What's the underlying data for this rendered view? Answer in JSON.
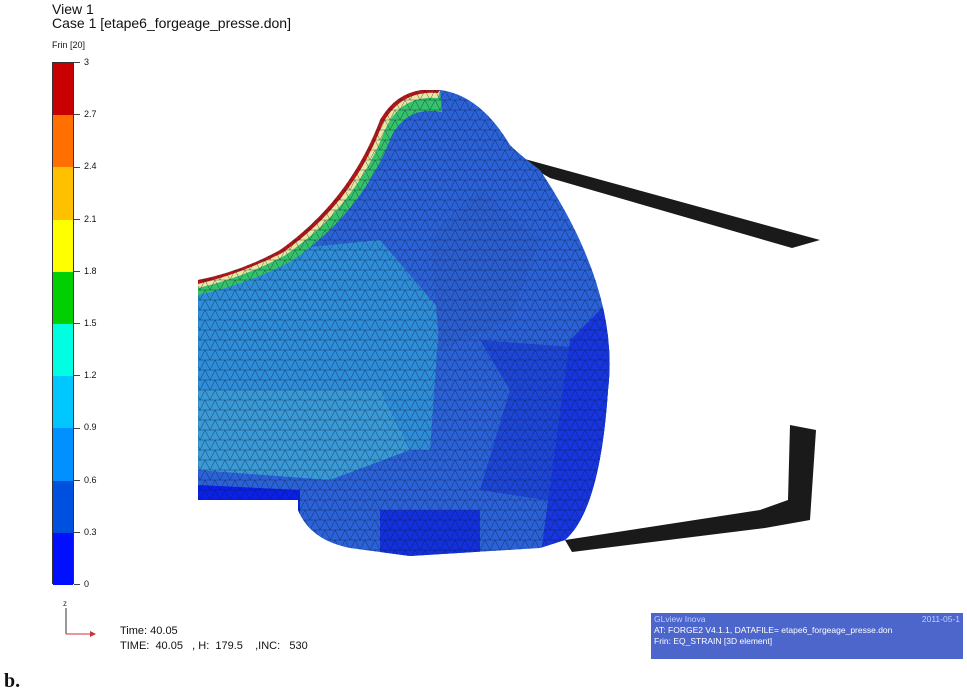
{
  "header": {
    "view": "View 1",
    "case": "Case 1  [etape6_forgeage_presse.don]"
  },
  "legend": {
    "title": "Frin [20]",
    "ticks": [
      "3",
      "2.7",
      "2.4",
      "2.1",
      "1.8",
      "1.5",
      "1.2",
      "0.9",
      "0.6",
      "0.3",
      "0"
    ],
    "colors": [
      "#c80000",
      "#ff7000",
      "#ffc000",
      "#ffff00",
      "#00d000",
      "#00ffe0",
      "#00c8ff",
      "#0090ff",
      "#0050e0",
      "#0010ff"
    ]
  },
  "axis_label": "z",
  "status": {
    "time1": "Time: 40.05",
    "time2": "TIME:  40.05   , H:  179.5    ,INC:   530"
  },
  "infobox": {
    "app": "GLview Inova",
    "date": "2011-05-1",
    "line2": "AT:   FORGE2  V4.1.1, DATAFILE=  etape6_forgeage_presse.don",
    "line3": "Frin:  EQ_STRAIN [3D element]"
  },
  "caption": "b."
}
